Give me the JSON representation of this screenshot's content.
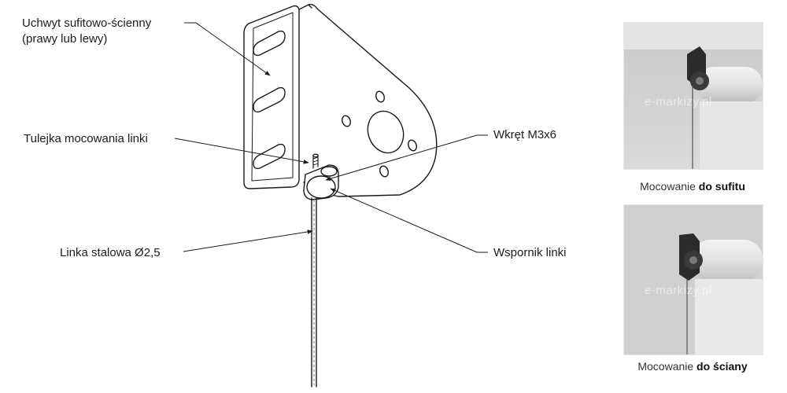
{
  "callouts": {
    "bracket_line1": "Uchwyt sufitowo-ścienny",
    "bracket_line2": "(prawy lub lewy)",
    "sleeve": "Tulejka mocowania linki",
    "screw": "Wkręt M3x6",
    "cable": "Linka stalowa Ø2,5",
    "support": "Wspornik linki"
  },
  "photos": {
    "ceiling": {
      "watermark": "e-markizy.pl",
      "caption_prefix": "Mocowanie ",
      "caption_bold": "do sufitu"
    },
    "wall": {
      "watermark": "e-markizy.pl",
      "caption_prefix": "Mocowanie ",
      "caption_bold": "do ściany"
    }
  },
  "colors": {
    "line": "#1a1a1a",
    "photo_bg": "#d3d3d3",
    "bracket_dark": "#2b2b2b"
  }
}
